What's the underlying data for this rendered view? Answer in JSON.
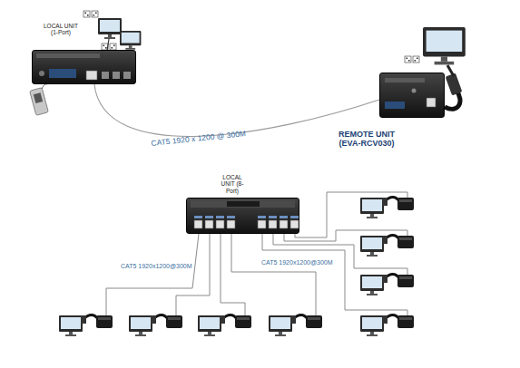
{
  "diagram": {
    "nodes": [
      {
        "text": [
          "LOCAL UNIT (1-Port)"
        ]
      },
      {
        "text": [
          "REMOTE UNIT (EVA-RCV030)"
        ]
      },
      {
        "text": [
          "LOCAL UNIT (8-Port)"
        ]
      }
    ],
    "edges": [
      {
        "from": 0,
        "to": 1,
        "arrow": "none",
        "label": "CAT5 1920 x 1200 @ 300M"
      }
    ],
    "labels": [
      "CAT5 1920x1200@300M",
      "CAT5 1920x1200@300M"
    ]
  }
}
